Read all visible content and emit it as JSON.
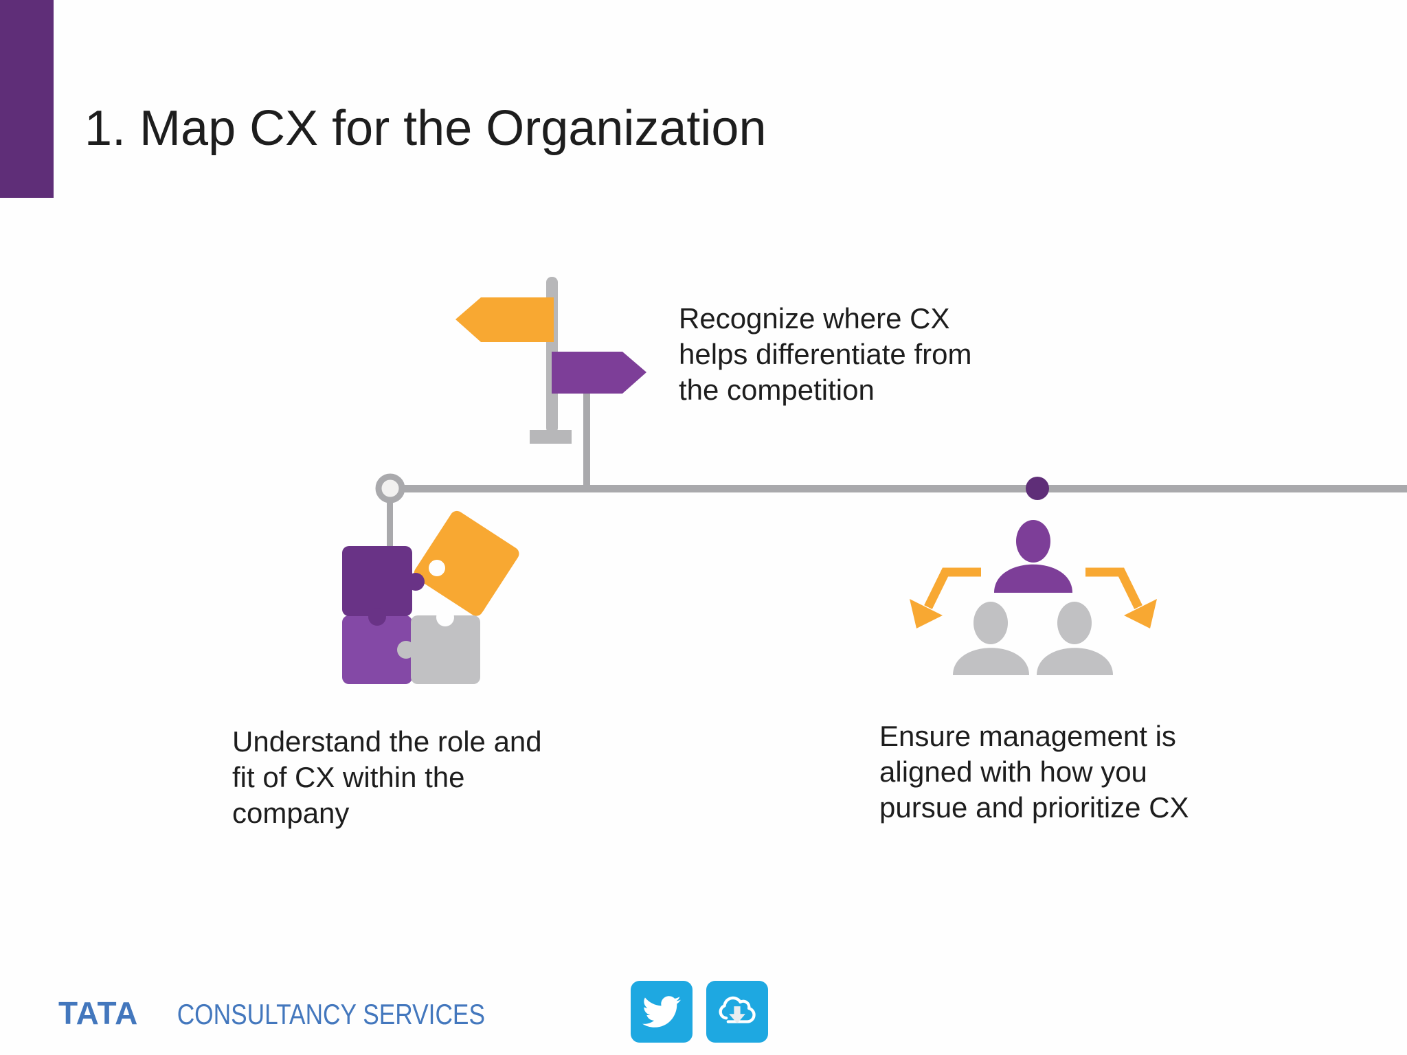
{
  "slide": {
    "title": "1. Map CX for the Organization"
  },
  "timeline": {
    "milestones": [
      {
        "icon": "signpost-icon",
        "caption": "Recognize where CX\nhelps differentiate from\nthe competition"
      },
      {
        "icon": "puzzle-icon",
        "caption": "Understand the role and\nfit of CX within the\ncompany"
      },
      {
        "icon": "management-icon",
        "caption": "Ensure management is\naligned with how you\npursue and prioritize CX"
      }
    ]
  },
  "footer": {
    "brand_primary": "TATA",
    "brand_secondary": "CONSULTANCY SERVICES",
    "social_icons": [
      "twitter-icon",
      "cloud-download-icon"
    ]
  },
  "colors": {
    "purple-dark": "#5F2E78",
    "puzzle-dark": "#693386",
    "purple-mid": "#7D3E98",
    "purple-light": "#8449A6",
    "orange": "#F8A832",
    "gray-line": "#A9A9AC",
    "gray-pole": "#B7B7B9",
    "gray-fill": "#C1C1C3",
    "text": "#1D1D1D",
    "tcs-blue": "#4377BD",
    "social-blue": "#1EA8E1",
    "bg": "#FEFEFE"
  }
}
